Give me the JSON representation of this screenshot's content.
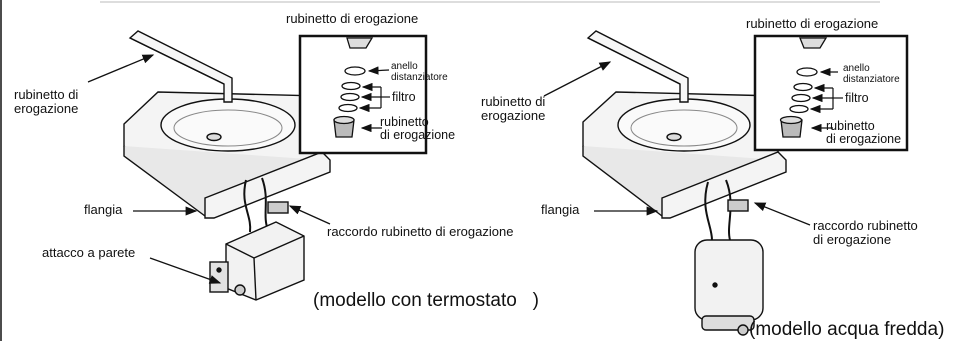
{
  "left": {
    "inset_title": "rubinetto di erogazione",
    "inset_spacer": "anello\ndistanziatore",
    "inset_filter": "filtro",
    "inset_aerator": "rubinetto\ndi erogazione",
    "spout": "rubinetto di\nerogazione",
    "flange": "flangia",
    "fitting": "raccordo rubinetto di erogazione",
    "wall_mount": "attacco a parete",
    "caption": "(modello con termostato   )"
  },
  "right": {
    "inset_title": "rubinetto di erogazione",
    "inset_spacer": "anello\ndistanziatore",
    "inset_filter": "filtro",
    "inset_aerator": "rubinetto\ndi erogazione",
    "spout": "rubinetto di\nerogazione",
    "flange": "flangia",
    "fitting": "raccordo rubinetto\ndi erogazione",
    "caption": "(modello acqua fredda)"
  }
}
